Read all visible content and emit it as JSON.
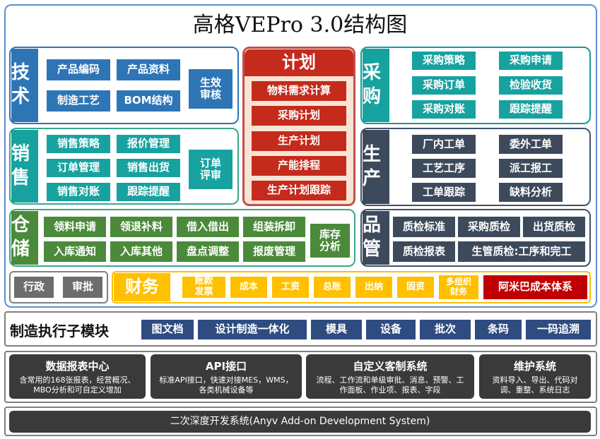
{
  "title": "高格VEPro 3.0结构图",
  "tech": {
    "label": "技术",
    "items": [
      "产品编码",
      "产品资料",
      "制造工艺",
      "BOM结构"
    ],
    "side": "生效审核"
  },
  "sales": {
    "label": "销售",
    "items": [
      "销售策略",
      "报价管理",
      "订单管理",
      "销售出货",
      "销售对账",
      "跟踪提醒"
    ],
    "side": "订单评审"
  },
  "warehouse": {
    "label": "仓储",
    "items": [
      "领料申请",
      "领退补料",
      "借入借出",
      "组装拆卸",
      "入库通知",
      "入库其他",
      "盘点调整",
      "报废管理"
    ],
    "side": "库存分析"
  },
  "plan": {
    "label": "计划",
    "items": [
      "物料需求计算",
      "采购计划",
      "生产计划",
      "产能排程",
      "生产计划跟踪"
    ]
  },
  "purchase": {
    "label": "采购",
    "items": [
      "采购策略",
      "采购申请",
      "采购订单",
      "检验收货",
      "采购对账",
      "跟踪提醒"
    ]
  },
  "production": {
    "label": "生产",
    "items": [
      "厂内工单",
      "委外工单",
      "工艺工序",
      "派工报工",
      "工单跟踪",
      "缺料分析"
    ]
  },
  "quality": {
    "label": "品管",
    "items": [
      "质检标准",
      "采购质检",
      "出货质检",
      "质检报表",
      "生管质检:工序和完工"
    ]
  },
  "admin": {
    "items": [
      "行政",
      "审批"
    ]
  },
  "finance": {
    "label": "财务",
    "items": [
      "账款发票",
      "成本",
      "工资",
      "总账",
      "出纳",
      "固资",
      "多组织财务"
    ],
    "highlight": "阿米巴成本体系"
  },
  "manufacturing": {
    "label": "制造执行子模块",
    "items": [
      "图文档",
      "设计制造一体化",
      "模具",
      "设备",
      "批次",
      "条码",
      "一码追溯"
    ]
  },
  "systems": [
    {
      "title": "数据报表中心",
      "desc": "含常用的168张报表，经营概况、MBO分析和可自定义增加"
    },
    {
      "title": "API接口",
      "desc": "标准API接口，快速对接MES，WMS，各类机械设备等"
    },
    {
      "title": "自定义客制系统",
      "desc": "流程、工作流和单级审批、消息、预警、工作面板、作业项、报表、字段"
    },
    {
      "title": "维护系统",
      "desc": "资料导入、导出、代码对调、重整、系统日志"
    }
  ],
  "dev": "二次深度开发系统(Anyv Add-on Development System)"
}
